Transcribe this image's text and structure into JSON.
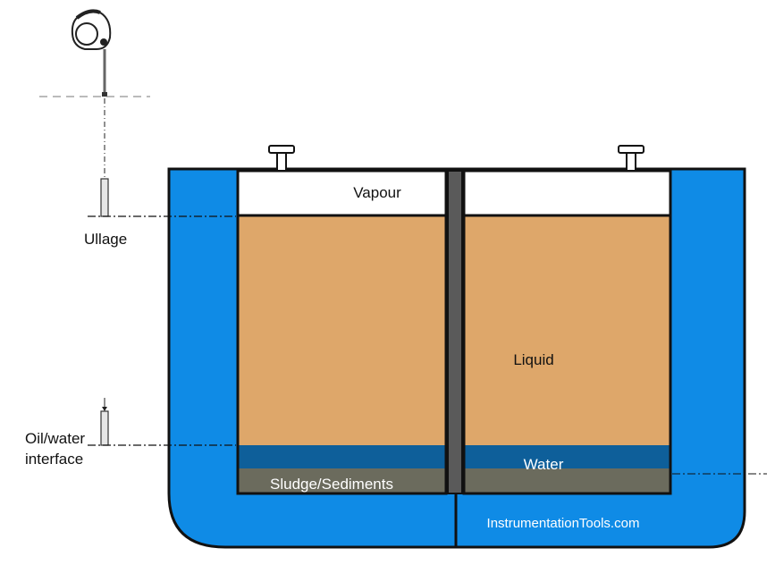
{
  "labels": {
    "vapour": "Vapour",
    "ullage": "Ullage",
    "liquid": "Liquid",
    "oil_water_line1": "Oil/water",
    "oil_water_line2": "interface",
    "water": "Water",
    "sludge": "Sludge/Sediments",
    "watermark": "InstrumentationTools.com"
  },
  "colors": {
    "hull": "#0f8be6",
    "liquid": "#dea76a",
    "water": "#0e5f9a",
    "sludge": "#6b6b5d",
    "vapour": "#ffffff",
    "outline": "#111111",
    "bulkhead": "#5a5a5a"
  },
  "icons": {
    "gauge": "radar-gauge-icon",
    "vent": "tank-vent-icon"
  }
}
